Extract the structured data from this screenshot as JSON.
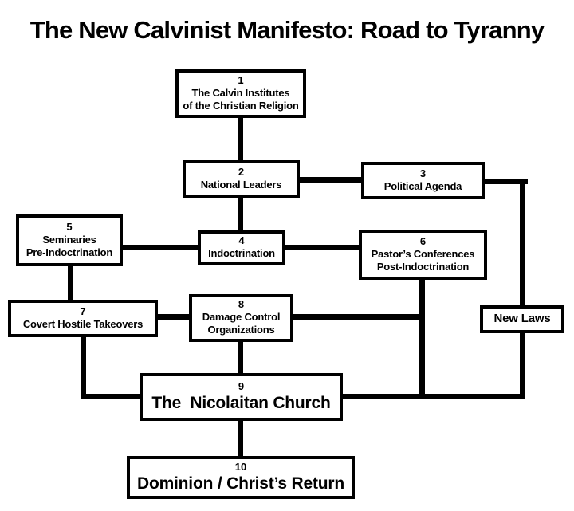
{
  "title": "The New Calvinist Manifesto: Road to Tyranny",
  "diagram": {
    "type": "flowchart",
    "colors": {
      "background": "#ffffff",
      "line": "#000000",
      "box_fill": "#ffffff",
      "box_border": "#000000",
      "text": "#000000"
    },
    "boxes": [
      {
        "number": "1",
        "lines": [
          "The Calvin Institutes",
          "of the Christian Religion"
        ]
      },
      {
        "number": "2",
        "lines": [
          "National Leaders"
        ]
      },
      {
        "number": "3",
        "lines": [
          "Political Agenda"
        ]
      },
      {
        "number": "4",
        "lines": [
          "Indoctrination"
        ]
      },
      {
        "number": "5",
        "lines": [
          "Seminaries",
          "Pre-Indoctrination"
        ]
      },
      {
        "number": "6",
        "lines": [
          "Pastor’s Conferences",
          "Post-Indoctrination"
        ]
      },
      {
        "number": "7",
        "lines": [
          "Covert Hostile Takeovers"
        ]
      },
      {
        "number": "8",
        "lines": [
          "Damage Control",
          "Organizations"
        ]
      },
      {
        "number": "9",
        "lines": [
          "The  Nicolaitan Church"
        ]
      },
      {
        "number": "10",
        "lines": [
          "Dominion / Christ’s Return"
        ]
      }
    ],
    "side_box": {
      "label": "New Laws"
    },
    "connections": [
      "1 - 2",
      "2 - 3",
      "2 - 4",
      "5 - 4",
      "4 - 6",
      "5 - 7",
      "7 - 8",
      "8 - 6/9 line",
      "6 - 9 (right side)",
      "3 - New Laws - 9 (right side)",
      "7 - 9 (left side)",
      "8 - 9 (top)",
      "9 - 10"
    ]
  }
}
